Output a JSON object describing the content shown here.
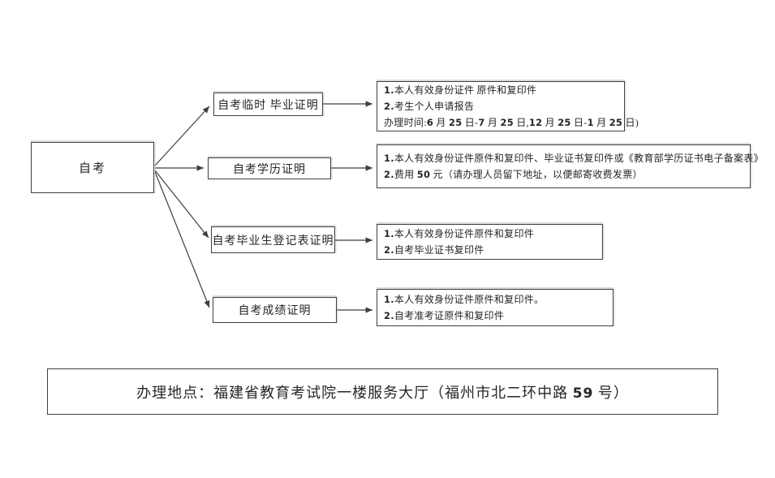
{
  "diagram": {
    "root": {
      "label": "自考"
    },
    "branches": [
      {
        "label": "自考临时 毕业证明",
        "details": [
          "1.本人有效身份证件 原件和复印件",
          "2.考生个人申请报告",
          "办理时间:6 月 25 日-7 月 25 日,12 月 25 日-1 月 25 日)"
        ]
      },
      {
        "label": "自考学历证明",
        "details": [
          "1.本人有效身份证件原件和复印件、毕业证书复印件或《教育部学历证书电子备案表》",
          "2.费用 50 元（请办理人员留下地址，以便邮寄收费发票）"
        ]
      },
      {
        "label": "自考毕业生登记表证明",
        "details": [
          "1.本人有效身份证件原件和复印件",
          "2.自考毕业证书复印件"
        ]
      },
      {
        "label": "自考成绩证明",
        "details": [
          "1.本人有效身份证件原件和复印件。",
          "2.自考准考证原件和复印件"
        ]
      }
    ],
    "footer": {
      "label": "办理地点：福建省教育考试院一楼服务大厅（福州市北二环中路 59 号）"
    }
  },
  "colors": {
    "background": "#ffffff",
    "border": "#3f3f3f",
    "text": "#262626",
    "connector": "#3f3f3f"
  }
}
